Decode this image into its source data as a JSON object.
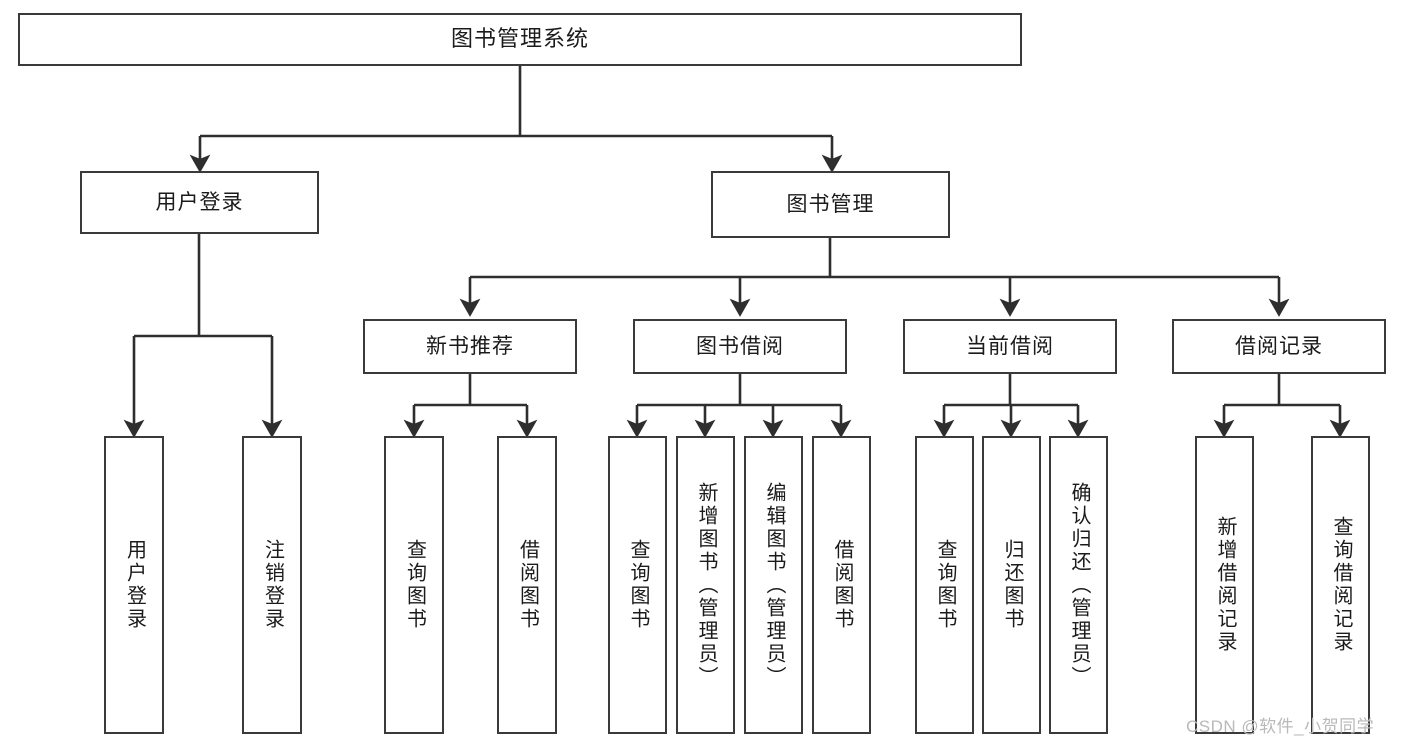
{
  "diagram": {
    "title": "图书管理系统",
    "type": "tree-hierarchy",
    "watermark": "CSDN @软件_小贺同学",
    "colors": {
      "box_border": "#3a3a3a",
      "box_fill": "#ffffff",
      "connector": "#2e2e2e",
      "text": "#1b1b1b",
      "watermark": "#b9b9b9",
      "background": "#ffffff"
    },
    "root": {
      "label": "图书管理系统"
    },
    "level2": [
      {
        "label": "用户登录"
      },
      {
        "label": "图书管理"
      }
    ],
    "level3": [
      {
        "label": "新书推荐"
      },
      {
        "label": "图书借阅"
      },
      {
        "label": "当前借阅"
      },
      {
        "label": "借阅记录"
      }
    ],
    "leaves": {
      "user_login": [
        {
          "label": "用户登录"
        },
        {
          "label": "注销登录"
        }
      ],
      "new_book_recommend": [
        {
          "label": "查询图书"
        },
        {
          "label": "借阅图书"
        }
      ],
      "book_borrow": [
        {
          "label": "查询图书"
        },
        {
          "label": "新增图书（管理员）"
        },
        {
          "label": "编辑图书（管理员）"
        },
        {
          "label": "借阅图书"
        }
      ],
      "current_borrow": [
        {
          "label": "查询图书"
        },
        {
          "label": "归还图书"
        },
        {
          "label": "确认归还（管理员）"
        }
      ],
      "borrow_records": [
        {
          "label": "新增借阅记录"
        },
        {
          "label": "查询借阅记录"
        }
      ]
    }
  }
}
